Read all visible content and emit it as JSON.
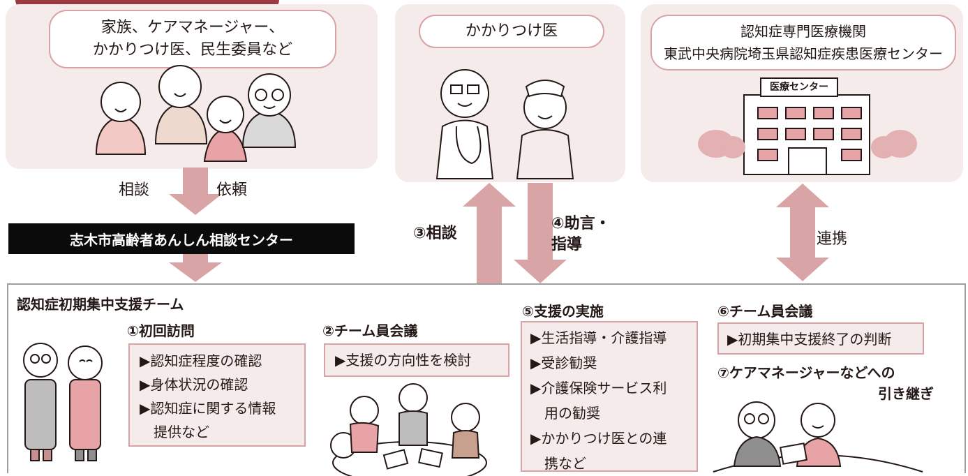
{
  "colors": {
    "panel": "#f6ebeb",
    "border": "#d7a3a4",
    "arrow": "#d9a4a5",
    "accent": "#9b3a40",
    "black": "#0b0b0b"
  },
  "family_panel": {
    "label": "家族、ケアマネージャー、\nかかりつけ医、民生委員など"
  },
  "doctor_panel": {
    "label": "かかりつけ医"
  },
  "hospital_panel": {
    "label": "認知症専門医療機関\n東武中央病院埼玉県認知症疾患医療センター",
    "sign": "医療センター"
  },
  "arrows": {
    "consult": "相談",
    "request": "依頼",
    "step3": "③相談",
    "step4": "④助言・\n指導",
    "renkei": "連携"
  },
  "center_name": "志木市高齢者あんしん相談センター",
  "team": {
    "title": "認知症初期集中支援チーム",
    "step1": {
      "title": "①初回訪問",
      "items": [
        "▶認知症程度の確認",
        "▶身体状況の確認",
        "▶認知症に関する情報",
        "　提供など"
      ]
    },
    "step2": {
      "title": "②チーム員会議",
      "items": [
        "▶支援の方向性を検討"
      ]
    },
    "step5": {
      "title": "⑤支援の実施",
      "items": [
        "▶生活指導・介護指導",
        "▶受診勧奨",
        "▶介護保険サービス利",
        "　用の勧奨",
        "▶かかりつけ医との連",
        "　携など"
      ]
    },
    "step6": {
      "title": "⑥チーム員会議",
      "items": [
        "▶初期集中支援終了の判断"
      ]
    },
    "step7": {
      "title": "⑦ケアマネージャーなどへの",
      "title2": "引き継ぎ"
    }
  }
}
